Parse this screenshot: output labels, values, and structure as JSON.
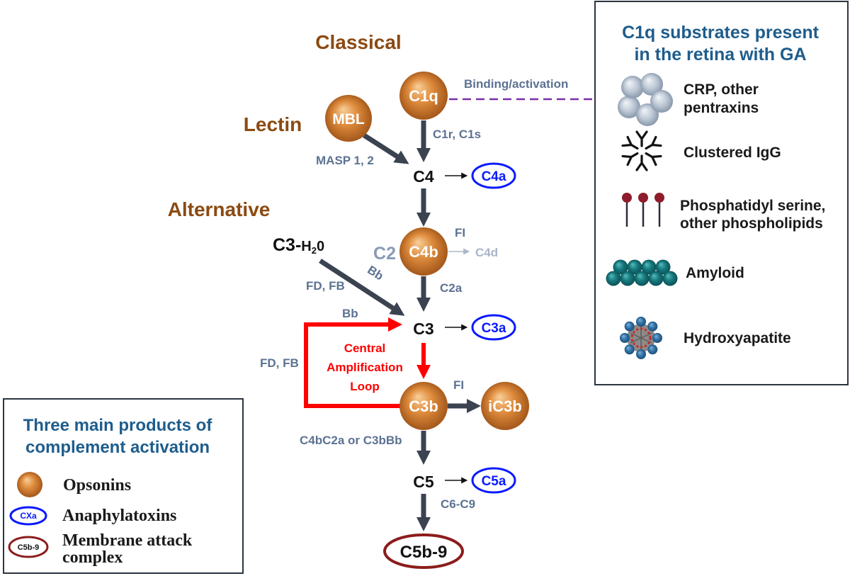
{
  "pathways": {
    "classical": "Classical",
    "lectin": "Lectin",
    "alternative": "Alternative"
  },
  "nodes": {
    "c1q": "C1q",
    "mbl": "MBL",
    "c4": "C4",
    "c4a": "C4a",
    "c2": "C2",
    "c4b": "C4b",
    "c4d": "C4d",
    "c3_h2o": {
      "main": "C3-",
      "h": "H",
      "sub": "2",
      "o": "0"
    },
    "c3": "C3",
    "c3a": "C3a",
    "c3b": "C3b",
    "ic3b": "iC3b",
    "c5": "C5",
    "c5a": "C5a",
    "c5b9": "C5b-9"
  },
  "edge_labels": {
    "binding": "Binding/activation",
    "c1r_c1s": "C1r, C1s",
    "masp": "MASP 1, 2",
    "fi_c4b": "FI",
    "c2a": "C2a",
    "bb_diag": "Bb",
    "fd_fb_diag": "FD, FB",
    "bb_loop": "Bb",
    "fd_fb_loop": "FD, FB",
    "fi_c3b": "FI",
    "convertase": "C4bC2a or C3bBb",
    "c6_c9": "C6-C9"
  },
  "amplification_loop": [
    "Central",
    "Amplification",
    "Loop"
  ],
  "substrates_panel": {
    "title": [
      "C1q substrates present",
      "in the retina with GA"
    ],
    "items": [
      {
        "icon": "pentraxin-cluster-icon",
        "lines": [
          "CRP, other",
          "pentraxins"
        ]
      },
      {
        "icon": "clustered-igg-icon",
        "lines": [
          "Clustered IgG"
        ]
      },
      {
        "icon": "phospholipid-icon",
        "lines": [
          "Phosphatidyl serine,",
          "other phospholipids"
        ]
      },
      {
        "icon": "amyloid-icon",
        "lines": [
          "Amyloid"
        ]
      },
      {
        "icon": "hydroxyapatite-icon",
        "lines": [
          "Hydroxyapatite"
        ]
      }
    ]
  },
  "legend_panel": {
    "title": [
      "Three main products of",
      "complement activation"
    ],
    "items": [
      {
        "icon": "opsonin-sphere-icon",
        "lines": [
          "Opsonins"
        ]
      },
      {
        "icon": "anaphylatoxin-ellipse-icon",
        "symbol_text": "CXa",
        "lines": [
          "Anaphylatoxins"
        ]
      },
      {
        "icon": "mac-ellipse-icon",
        "symbol_text": "C5b-9",
        "lines": [
          "Membrane attack",
          "complex"
        ]
      }
    ]
  },
  "colors": {
    "pathway_title": "#8b4a12",
    "pathway_arrow": "#3b4350",
    "edge_label": "#5c7292",
    "amplification_loop": "#ff0000",
    "anaphylatoxin_outline": "#0a1aff",
    "mac_outline": "#8c1c1c",
    "binding_line": "#7b2fa8",
    "panel_title": "#1e5d8c",
    "opsonin_sphere": "#dc8a3c"
  }
}
